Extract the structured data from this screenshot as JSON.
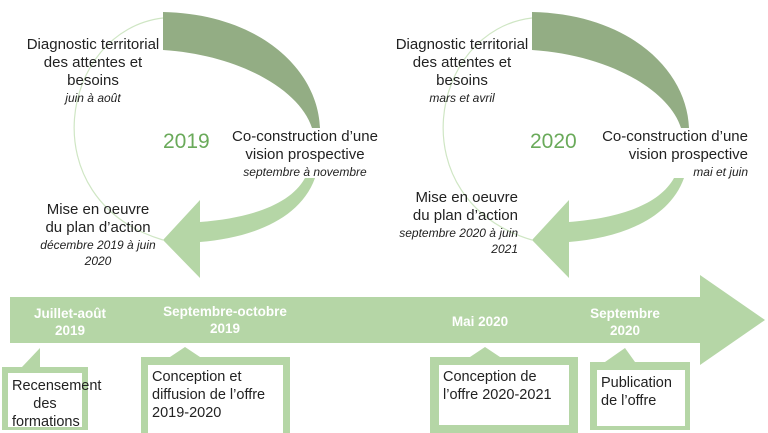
{
  "cycles": [
    {
      "year": "2019",
      "diagnostic": {
        "title": "Diagnostic territorial des attentes et besoins",
        "period": "juin à août"
      },
      "coconstruction": {
        "title": "Co-construction d’une vision prospective",
        "period": "septembre à novembre"
      },
      "mise_en_oeuvre": {
        "title": "Mise en oeuvre du plan d’action",
        "period": "décembre 2019 à juin 2020"
      }
    },
    {
      "year": "2020",
      "diagnostic": {
        "title": "Diagnostic territorial des attentes et besoins",
        "period": "mars et avril"
      },
      "coconstruction": {
        "title": "Co-construction d’une vision prospective",
        "period": "mai et juin"
      },
      "mise_en_oeuvre": {
        "title": "Mise en oeuvre du plan d’action",
        "period": "septembre 2020 à juin 2021"
      }
    }
  ],
  "timeline": [
    {
      "date": "Juillet-août 2019",
      "task": "Recensement des formations"
    },
    {
      "date": "Septembre-octobre 2019",
      "task": "Conception et diffusion de l’offre 2019-2020"
    },
    {
      "date": "Mai 2020",
      "task": "Conception de l’offre 2020-2021"
    },
    {
      "date": "Septembre 2020",
      "task": "Publication de l’offre"
    }
  ],
  "colors": {
    "dark": "#93ad84",
    "light": "#b5d6a6",
    "year": "#6aaa5a"
  }
}
